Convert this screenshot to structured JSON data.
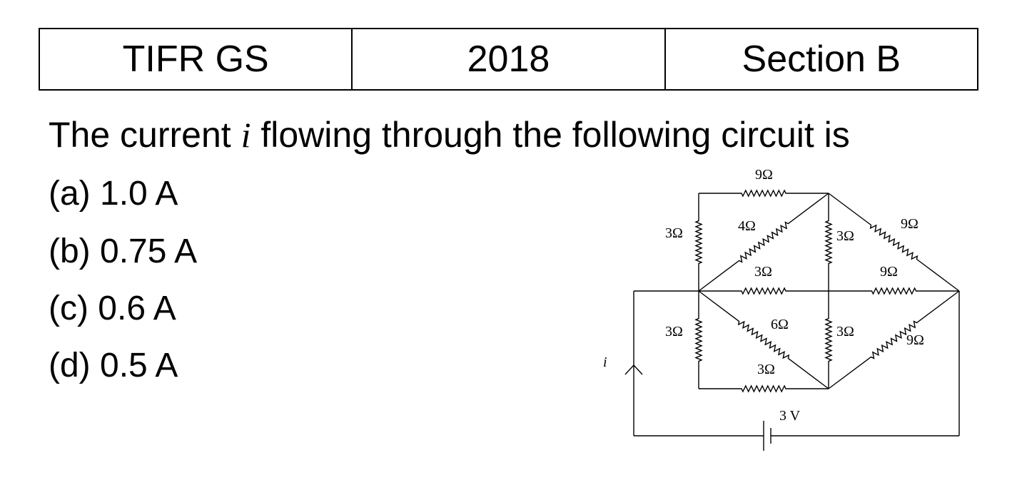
{
  "header": {
    "exam": "TIFR GS",
    "year": "2018",
    "section": "Section B"
  },
  "question": {
    "prefix": "The current ",
    "variable": "i",
    "suffix": " flowing through the following circuit is"
  },
  "options": [
    {
      "label": "(a) 1.0 A"
    },
    {
      "label": "(b) 0.75 A"
    },
    {
      "label": "(c) 0.6 A"
    },
    {
      "label": "(d) 0.5 A"
    }
  ],
  "circuit": {
    "resistors": [
      {
        "name": "top",
        "label": "9Ω"
      },
      {
        "name": "upper-left-vertical",
        "label": "3Ω"
      },
      {
        "name": "upper-diagonal",
        "label": "4Ω"
      },
      {
        "name": "upper-middle-vertical",
        "label": "3Ω"
      },
      {
        "name": "upper-right-diagonal",
        "label": "9Ω"
      },
      {
        "name": "middle-left-horizontal",
        "label": "3Ω"
      },
      {
        "name": "middle-right-horizontal",
        "label": "9Ω"
      },
      {
        "name": "lower-left-vertical",
        "label": "3Ω"
      },
      {
        "name": "lower-diagonal",
        "label": "6Ω"
      },
      {
        "name": "lower-middle-vertical",
        "label": "3Ω"
      },
      {
        "name": "lower-right-diagonal",
        "label": "9Ω"
      },
      {
        "name": "bottom",
        "label": "3Ω"
      }
    ],
    "battery_label": "3 V",
    "current_label": "i"
  }
}
